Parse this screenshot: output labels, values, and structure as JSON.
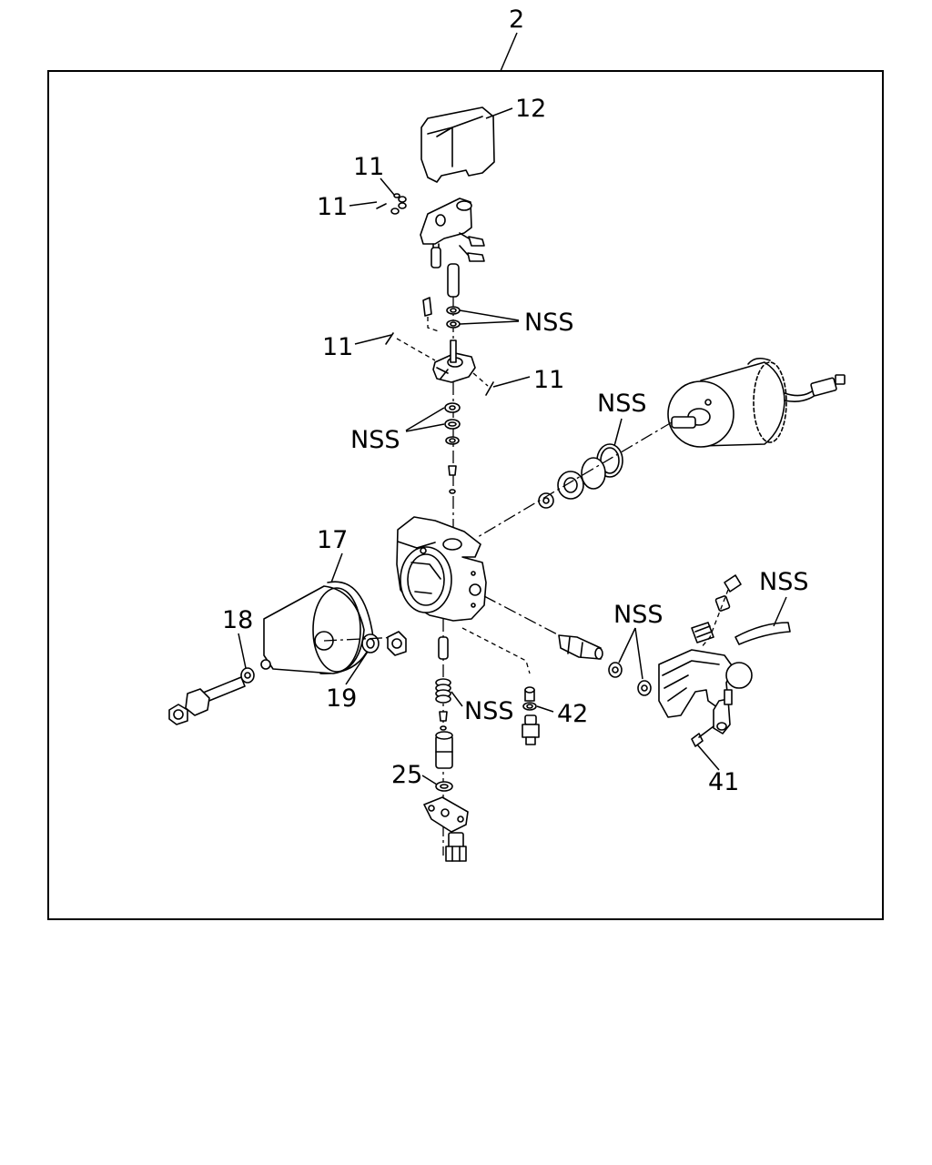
{
  "callouts": {
    "assembly": "2",
    "cover": "12",
    "pin_a": "11",
    "pin_b": "11",
    "pin_c": "11",
    "pin_d": "11",
    "nss_upper": "NSS",
    "nss_middle": "NSS",
    "nss_motor": "NSS",
    "nss_spring": "NSS",
    "nss_washers": "NSS",
    "nss_cable": "NSS",
    "seal_ring": "17",
    "washer_left": "18",
    "washer_cap": "19",
    "washer_lower": "25",
    "bolt_bracket": "41",
    "washer_right": "42"
  },
  "colors": {
    "line": "#000000",
    "background": "#ffffff"
  }
}
